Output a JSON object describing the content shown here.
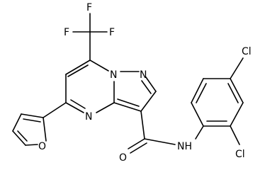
{
  "molecule": {
    "labels": {
      "f_top": "F",
      "f_left": "F",
      "f_right": "F",
      "n_bridge": "N",
      "n_pyrazole": "N",
      "n_pyrimidine": "N",
      "o_furan": "O",
      "o_carbonyl": "O",
      "nh_amide": "NH",
      "cl_para": "Cl",
      "cl_ortho": "Cl"
    }
  }
}
